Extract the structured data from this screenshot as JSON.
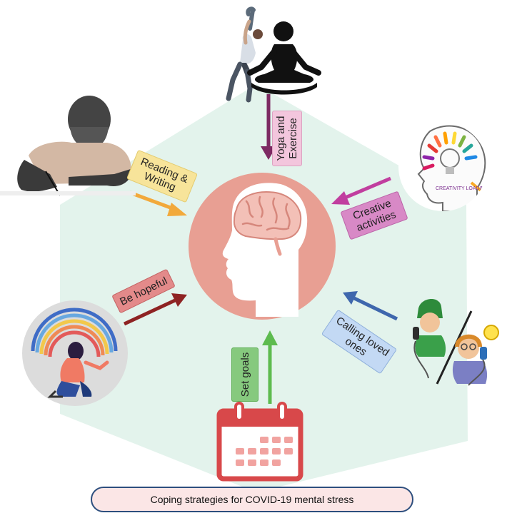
{
  "diagram": {
    "labels": {
      "yoga": "Yoga and\nExercise",
      "reading": "Reading &\nWriting",
      "creative": "Creative\nactivities",
      "hopeful": "Be hopeful",
      "calling": "Calling loved\nones",
      "goals": "Set goals"
    },
    "creativity_bulb_text": "CREATIVITY LOADING...",
    "caption": "Coping strategies  for  COVID-19 mental stress"
  },
  "colors": {
    "hexagon": "#e3f3ec",
    "brain_circle": "#e89f93",
    "yoga_arrow": "#7d2a63",
    "reading_arrow": "#f2a93b",
    "creative_arrow": "#c13e9f",
    "hopeful_arrow": "#8e2323",
    "calling_arrow": "#3f67ad",
    "goals_arrow": "#5dbb4f",
    "calendar": "#d8484a"
  }
}
